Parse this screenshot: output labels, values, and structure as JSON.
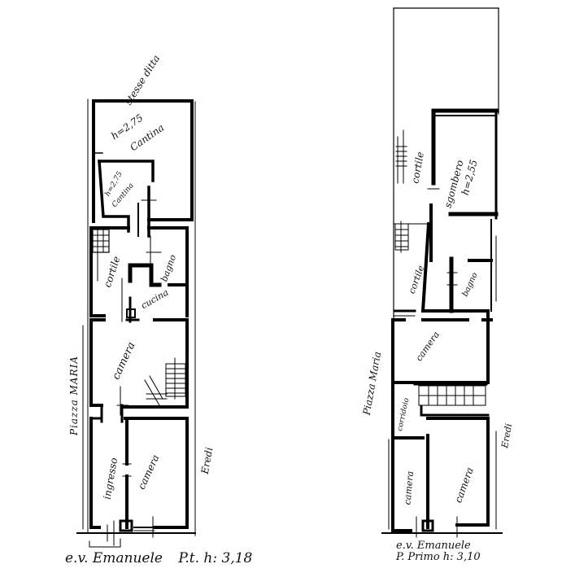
{
  "document": {
    "type": "architectural floor plan",
    "colors": {
      "ink": "#000000",
      "paper": "#ffffff"
    }
  },
  "ground_floor": {
    "caption_address": "e.v. Emanuele",
    "caption_level": "P.t. h: 3,18",
    "rooms": {
      "storage_note": "stesse ditta",
      "cellar_1_height": "h=2,75",
      "cellar_1_name": "Cantina",
      "cellar_2_height": "h=2,75",
      "cellar_2_name": "Cantina",
      "courtyard": "cortile",
      "bathroom": "bagno",
      "kitchen": "cucina",
      "bedroom": "camera",
      "entrance": "ingresso",
      "bedroom_2": "camera"
    },
    "side_labels": {
      "street_left": "Piazza MARIA",
      "neighbor_right": "Eredi"
    }
  },
  "first_floor": {
    "caption_address": "e.v. Emanuele",
    "caption_level": "P. Primo h: 3,10",
    "rooms": {
      "courtyard_upper": "cortile",
      "storage_name": "sgombero",
      "storage_height": "h=2,55",
      "courtyard_lower": "cortile",
      "bathroom": "bagno",
      "bedroom": "camera",
      "corridor": "corridoio",
      "bedroom_2": "camera",
      "bedroom_3": "camera"
    },
    "side_labels": {
      "street_left": "Piazza Maria",
      "neighbor_right": "Eredi"
    }
  }
}
